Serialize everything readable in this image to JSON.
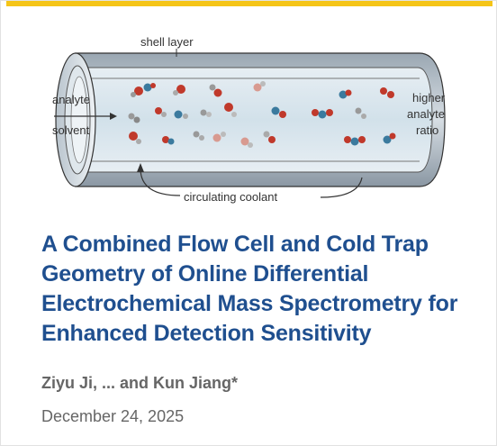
{
  "card": {
    "accent_color": "#f5c518",
    "title": "A Combined Flow Cell and Cold Trap Geometry of Online Differential Electrochemical Mass Spectrometry for Enhanced Detection Sensitivity",
    "title_color": "#1f4f8f",
    "authors": "Ziyu Ji, ... and Kun Jiang*",
    "date": "December 24, 2025"
  },
  "figure": {
    "labels": {
      "shell_layer": "shell layer",
      "analyte": "analyte",
      "solvent": "solvent",
      "higher": "higher",
      "analyte_right": "analyte",
      "ratio": "ratio",
      "circulating_coolant": "circulating  coolant"
    },
    "icons": [
      "arrow-right-icon",
      "curved-arrow-icon"
    ]
  }
}
